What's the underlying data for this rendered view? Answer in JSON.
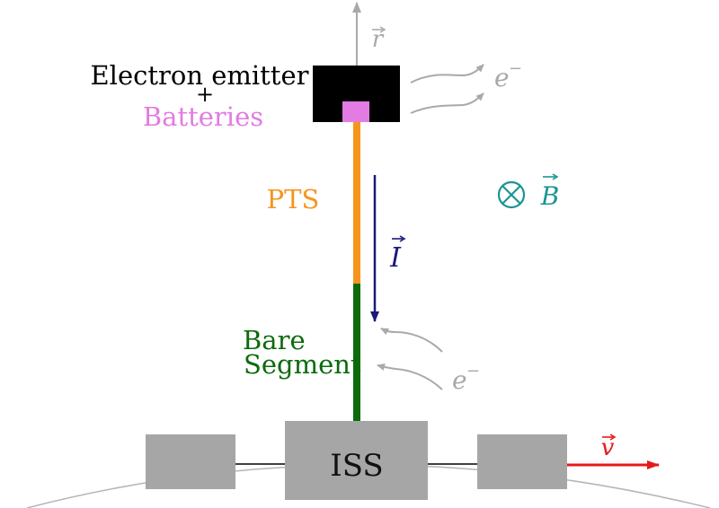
{
  "labels": {
    "emitter": "Electron emitter",
    "plus": "+",
    "batteries": "Batteries",
    "r_vec": "r",
    "electron_top": "e",
    "electron_bottom": "e",
    "electron_sup": "−",
    "pts": "PTS",
    "current": "I",
    "bfield": "B",
    "bare_line1": "Bare",
    "bare_line2": "Segment",
    "iss": "ISS",
    "velocity": "v"
  },
  "colors": {
    "emitter_box": "#000000",
    "batteries": "#e27be2",
    "pts": "#f7941d",
    "bare": "#0b6b0b",
    "current": "#1a1a7a",
    "bfield": "#1a9494",
    "velocity": "#e41a1a",
    "gray": "#a9a9a9",
    "module": "#a6a6a6"
  }
}
